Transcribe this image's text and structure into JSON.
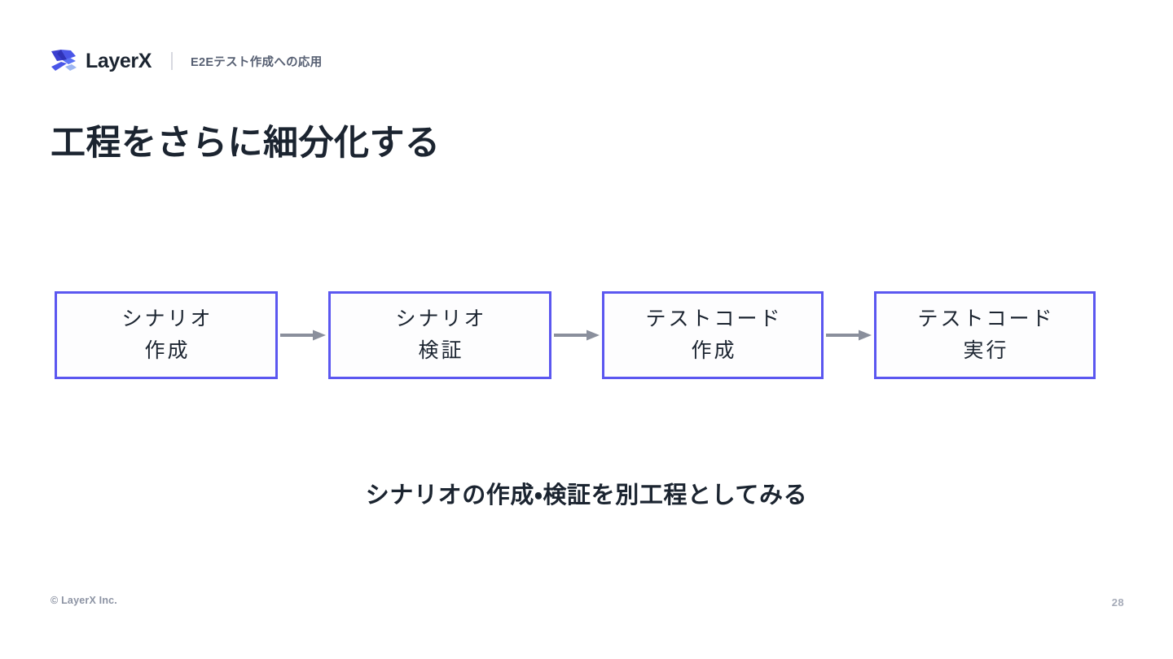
{
  "header": {
    "logo_icon": "layerx-logo-mark",
    "logo_wordmark": "LayerX",
    "subtitle": "E2Eテスト作成への応用",
    "brand_color": "#5b57f0"
  },
  "title": "工程をさらに細分化する",
  "flow": {
    "arrow_icon": "arrow-right-icon",
    "arrow_color": "#8a8f9c",
    "box_border_color": "#5b57f0",
    "steps": [
      {
        "line1": "シナリオ",
        "line2": "作成"
      },
      {
        "line1": "シナリオ",
        "line2": "検証"
      },
      {
        "line1": "テストコード",
        "line2": "作成"
      },
      {
        "line1": "テストコード",
        "line2": "実行"
      }
    ]
  },
  "caption": "シナリオの作成・検証を別工程としてみる",
  "footer": {
    "copyright": "© LayerX Inc.",
    "page_number": "28"
  }
}
